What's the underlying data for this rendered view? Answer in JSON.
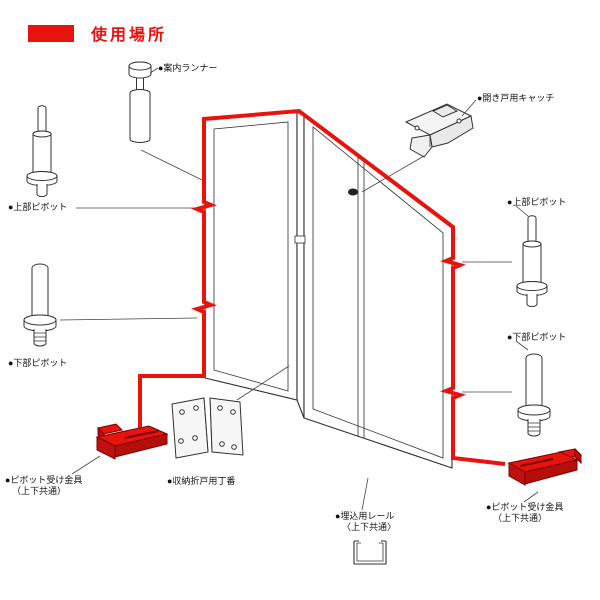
{
  "title": "使用場所",
  "colors": {
    "accent": "#e8130c",
    "accent_dark": "#b50f0a",
    "line": "#2e2e2e"
  },
  "labels": {
    "runner": "●案内ランナー",
    "catch": "●開き戸用キャッチ",
    "upper_pivot_left": "●上部ピボット",
    "lower_pivot_left": "●下部ピボット",
    "upper_pivot_right": "●上部ピボット",
    "lower_pivot_right": "●下部ピボット",
    "pivot_bracket_left": "●ピボット受け金具",
    "pivot_bracket_left_sub": "（上下共通）",
    "hinge": "●収納折戸用丁番",
    "rail": "●埋込用レール",
    "rail_sub": "〈上下共通〉",
    "pivot_bracket_right": "●ピボット受け金具",
    "pivot_bracket_right_sub": "（上下共通）"
  }
}
